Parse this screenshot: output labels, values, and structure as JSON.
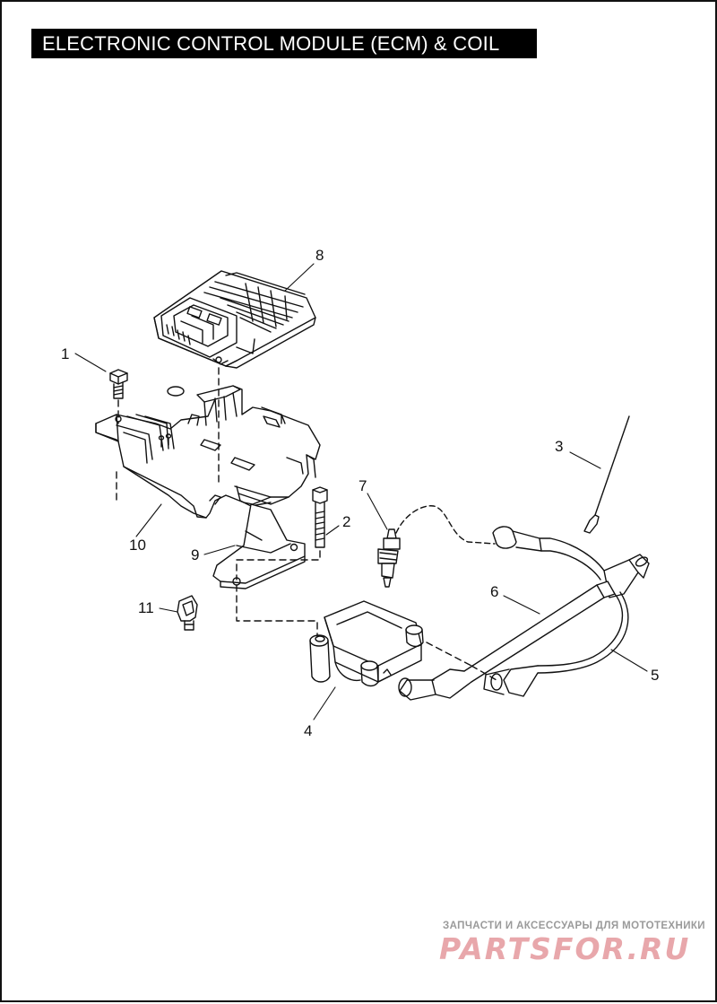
{
  "header": {
    "title": "ELECTRONIC CONTROL MODULE (ECM) & COIL"
  },
  "callouts": [
    {
      "id": "1",
      "text": "1"
    },
    {
      "id": "2",
      "text": "2"
    },
    {
      "id": "3",
      "text": "3"
    },
    {
      "id": "4",
      "text": "4"
    },
    {
      "id": "5",
      "text": "5"
    },
    {
      "id": "6",
      "text": "6"
    },
    {
      "id": "7",
      "text": "7"
    },
    {
      "id": "8",
      "text": "8"
    },
    {
      "id": "9",
      "text": "9"
    },
    {
      "id": "10",
      "text": "10"
    },
    {
      "id": "11",
      "text": "11"
    }
  ],
  "watermark": {
    "tagline": "ЗАПЧАСТИ И АКСЕССУАРЫ ДЛЯ МОТОТЕХНИКИ",
    "logo": "PARTSFOR.RU",
    "color": "#e8a7ab"
  }
}
